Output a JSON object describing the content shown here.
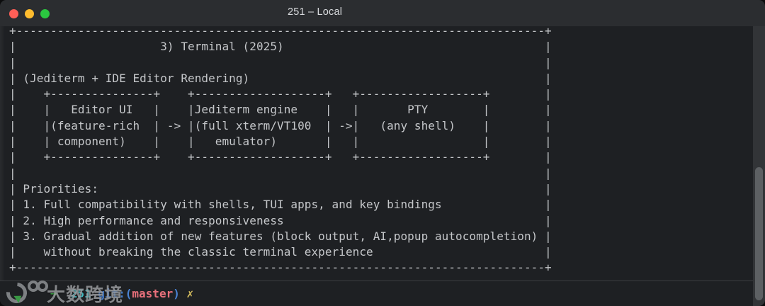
{
  "window": {
    "title": "251 – Local",
    "traffic_lights": {
      "close": "#ff5f57",
      "minimize": "#febc2e",
      "zoom": "#2bc840"
    }
  },
  "terminal": {
    "text_color": "#c5c7ca",
    "bg_color": "#1e2023",
    "ascii_lines": [
      "+-----------------------------------------------------------------------------+",
      "|                     3) Terminal (2025)                                      |",
      "|                                                                             |",
      "| (Jediterm + IDE Editor Rendering)                                           |",
      "|    +---------------+    +-------------------+   +------------------+        |",
      "|    |   Editor UI   |    |Jediterm engine    |   |       PTY        |        |",
      "|    |(feature-rich  | -> |(full xterm/VT100  | ->|   (any shell)    |        |",
      "|    | component)    |    |   emulator)       |   |                  |        |",
      "|    +---------------+    +-------------------+   +------------------+        |",
      "|                                                                             |",
      "| Priorities:                                                                 |",
      "| 1. Full compatibility with shells, TUI apps, and key bindings               |",
      "| 2. High performance and responsiveness                                      |",
      "| 3. Gradual addition of new features (block output, AI,popup autocompletion) |",
      "|    without breaking the classic terminal experience                         |",
      "+-----------------------------------------------------------------------------+"
    ]
  },
  "prompt": {
    "arrow": "➜  ",
    "directory": "251 ",
    "git_prefix": "git:(",
    "branch": "master",
    "git_suffix": ") ",
    "status": "✗",
    "colors": {
      "arrow": "#43b94c",
      "directory": "#46c7ce",
      "git": "#4a83d4",
      "branch": "#e8707b",
      "status": "#d8c05e"
    }
  },
  "watermark": {
    "logo": "100",
    "text": "大数跨境"
  }
}
